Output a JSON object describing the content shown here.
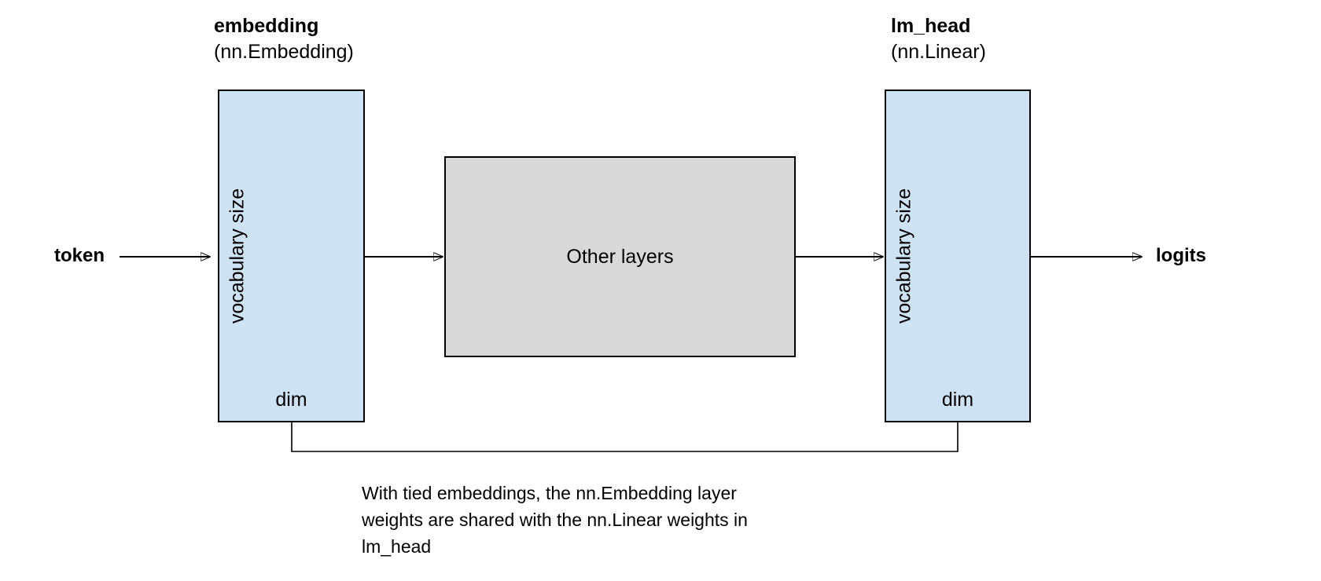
{
  "colors": {
    "background": "#ffffff",
    "box_fill_blue": "#cfe2f3",
    "box_fill_gray": "#d9d9d9",
    "border": "#000000",
    "text": "#000000"
  },
  "diagram": {
    "embedding": {
      "title": "embedding",
      "subtitle": "(nn.Embedding)",
      "side_label": "vocabulary size",
      "bottom_label": "dim"
    },
    "lm_head": {
      "title": "lm_head",
      "subtitle": "(nn.Linear)",
      "side_label": "vocabulary size",
      "bottom_label": "dim"
    },
    "other_layers": {
      "label": "Other layers"
    },
    "input_label": "token",
    "output_label": "logits",
    "caption": {
      "lines": [
        "With tied embeddings, the nn.Embedding layer",
        "weights are shared with the nn.Linear weights in",
        "lm_head"
      ]
    }
  }
}
